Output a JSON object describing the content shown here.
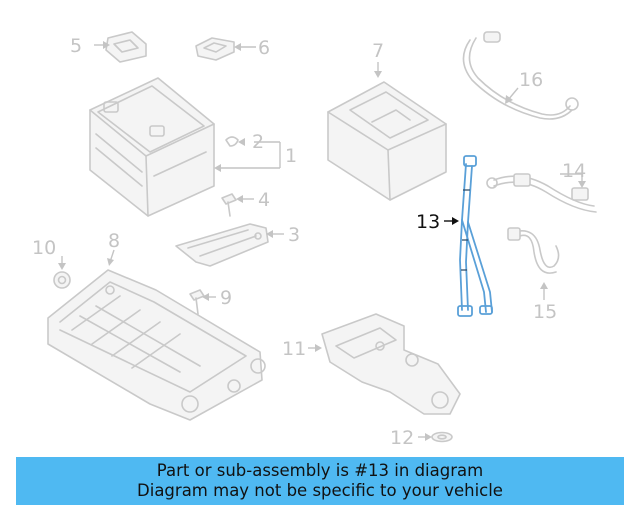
{
  "diagram": {
    "highlighted_part": "13",
    "callouts": {
      "p1": "1",
      "p2": "2",
      "p3": "3",
      "p4": "4",
      "p5": "5",
      "p6": "6",
      "p7": "7",
      "p8": "8",
      "p9": "9",
      "p10": "10",
      "p11": "11",
      "p12": "12",
      "p13": "13",
      "p14": "14",
      "p15": "15",
      "p16": "16"
    },
    "colors": {
      "parts": "#c9c9c9",
      "highlight": "#5aa0d8",
      "banner": "#4fb9f2"
    }
  },
  "banner": {
    "line1": "Part or sub-assembly is #13 in diagram",
    "line2": "Diagram may not be specific to your vehicle"
  }
}
